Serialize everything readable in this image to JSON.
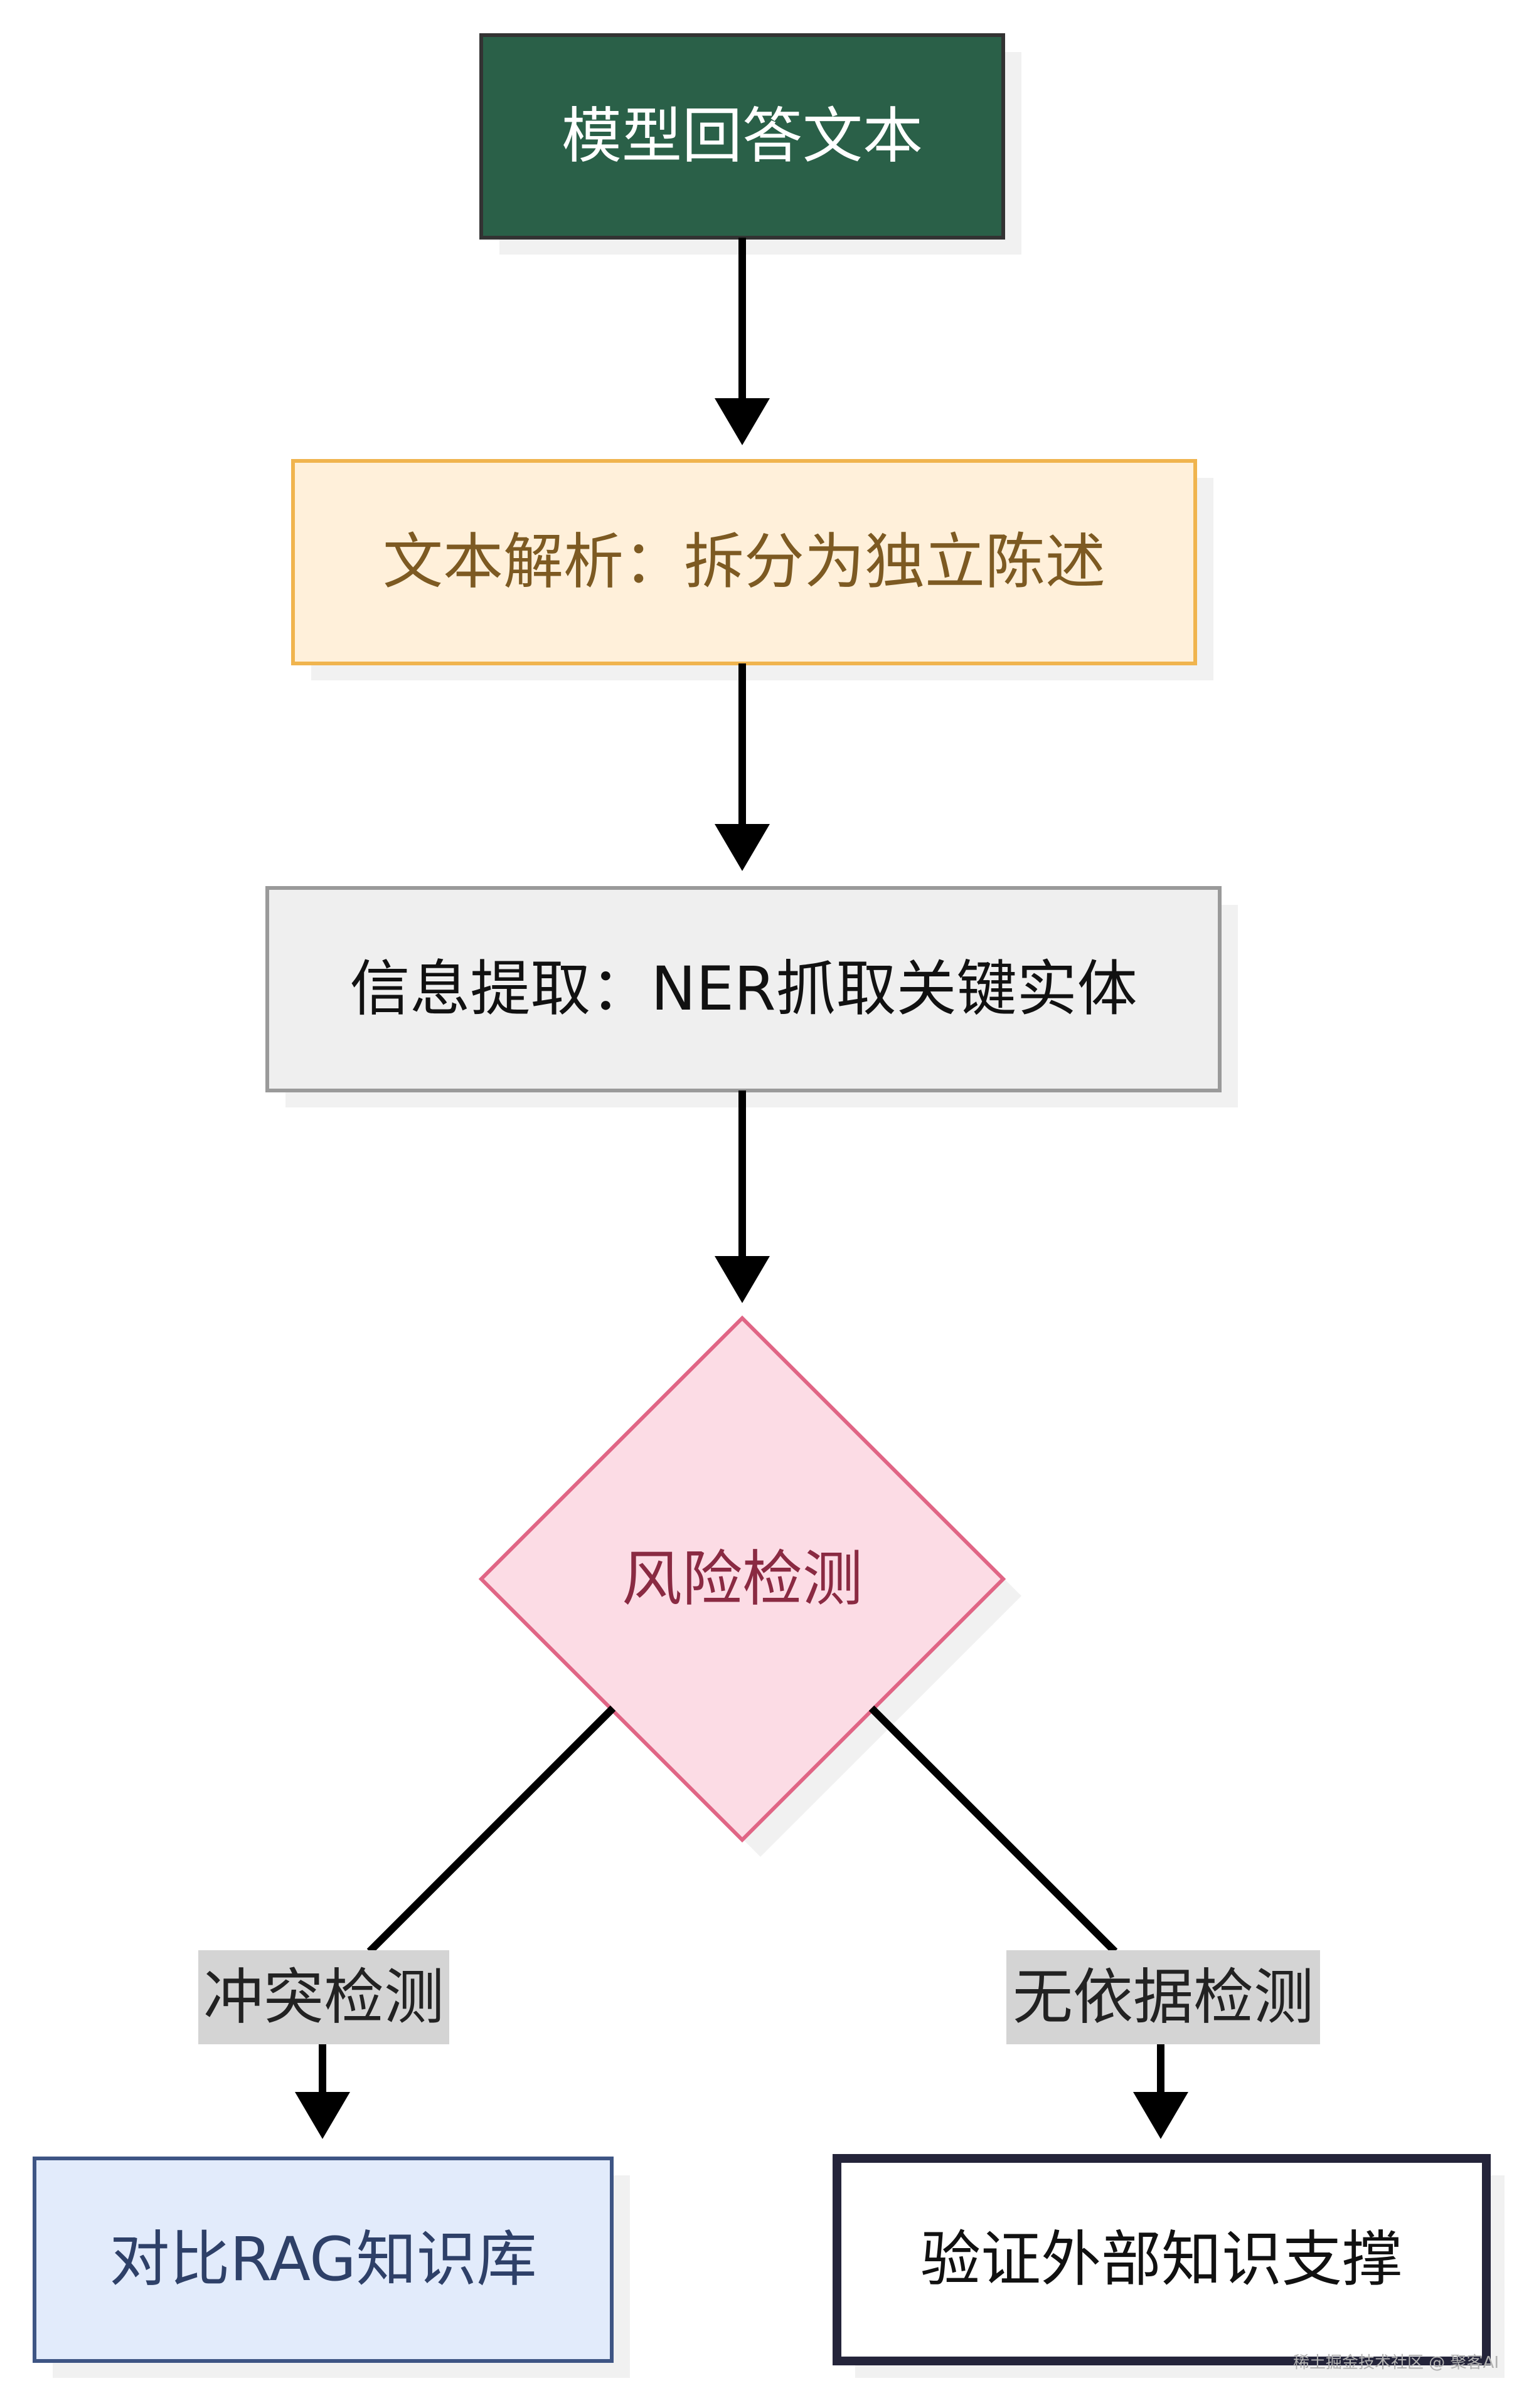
{
  "nodes": {
    "model_answer": {
      "label": "模型回答文本",
      "fill": "#2a6048",
      "stroke": "#333333",
      "text_color": "#ffffff"
    },
    "text_parse": {
      "label": "文本解析：拆分为独立陈述",
      "fill": "#fff0da",
      "stroke": "#f0b44e",
      "text_color": "#7d5a22"
    },
    "info_extract": {
      "label": "信息提取：NER抓取关键实体",
      "fill": "#efefef",
      "stroke": "#9a9a9a",
      "text_color": "#111111"
    },
    "risk_detect": {
      "label": "风险检测",
      "fill": "#fcdce5",
      "stroke": "#e06585",
      "text_color": "#8a2a42"
    },
    "compare_rag": {
      "label": "对比RAG知识库",
      "fill": "#e2ebfb",
      "stroke": "#3e5584",
      "text_color": "#2e4068"
    },
    "verify_external": {
      "label": "验证外部知识支撑",
      "fill": "#ffffff",
      "stroke": "#24243a",
      "text_color": "#111111"
    }
  },
  "edge_labels": {
    "conflict": {
      "label": "冲突检测",
      "fill": "#d4d4d4",
      "text_color": "#222222"
    },
    "unsupported": {
      "label": "无依据检测",
      "fill": "#d4d4d4",
      "text_color": "#222222"
    }
  },
  "watermark": "稀土掘金技术社区 @ 聚客AI"
}
